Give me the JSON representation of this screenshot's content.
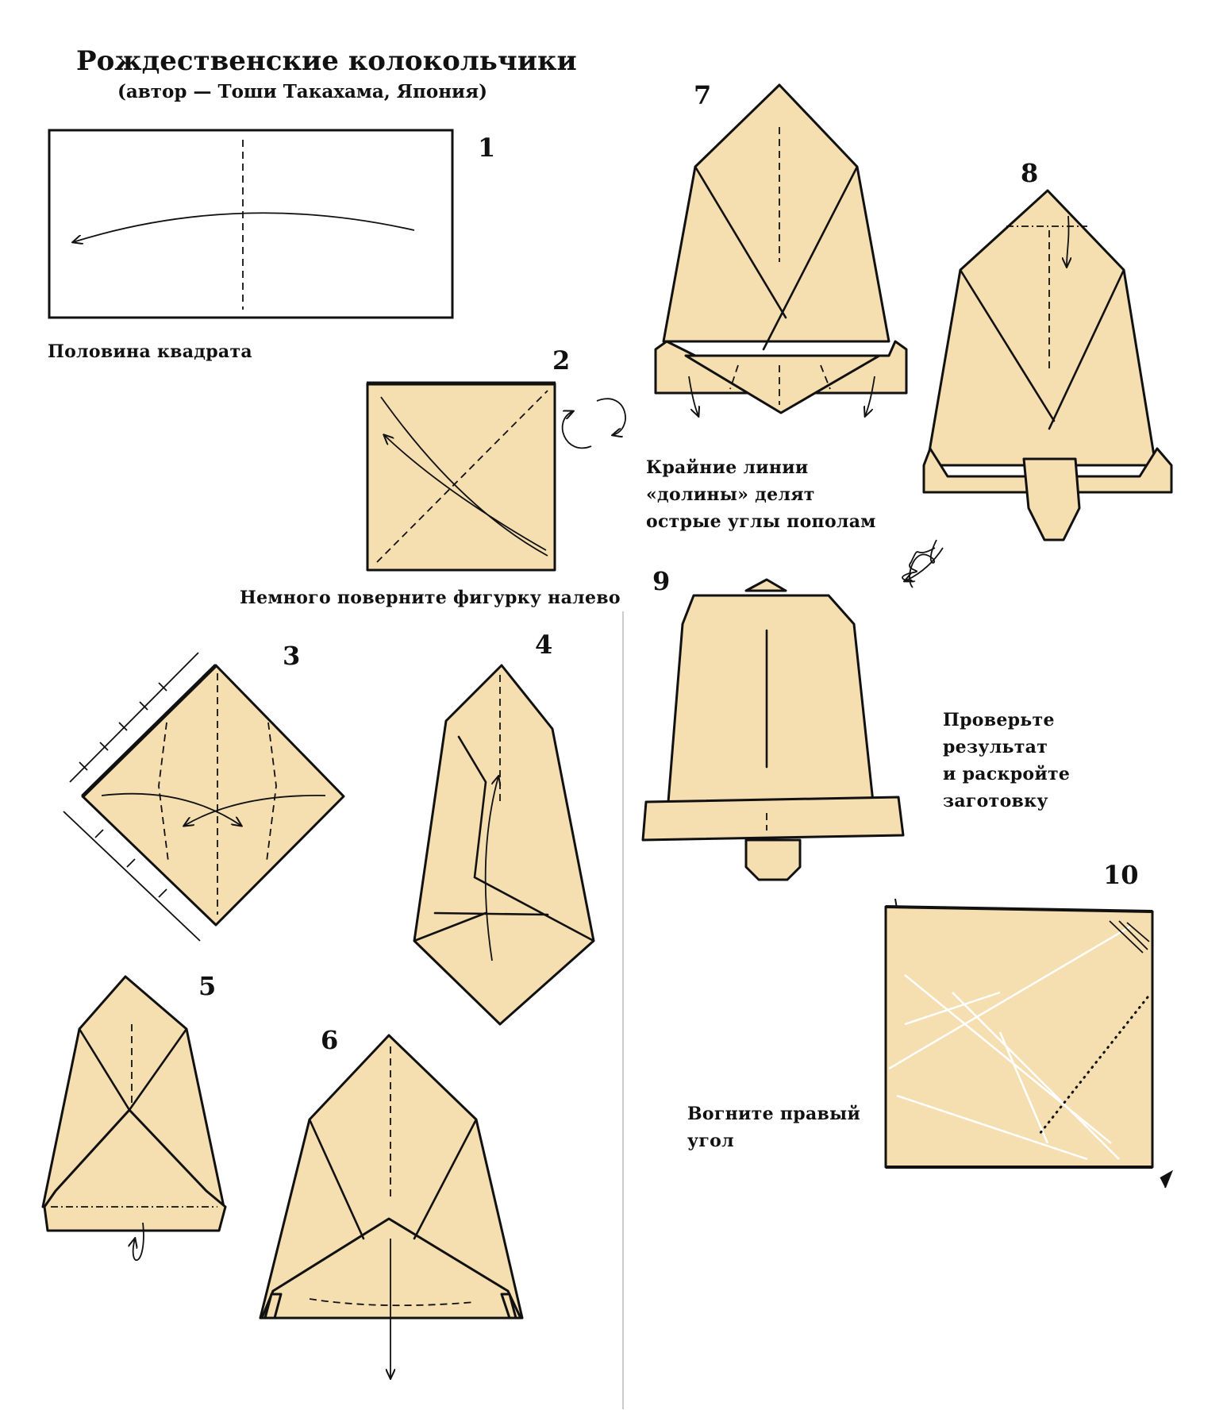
{
  "header": {
    "title": "Рождественские колокольчики",
    "subtitle": "(автор — Тоши Такахама, Япония)"
  },
  "steps": {
    "s1": {
      "number": "1",
      "caption": "Половина квадрата"
    },
    "s2": {
      "number": "2",
      "caption": "Немного поверните фигурку налево"
    },
    "s3": {
      "number": "3"
    },
    "s4": {
      "number": "4"
    },
    "s5": {
      "number": "5"
    },
    "s6": {
      "number": "6"
    },
    "s7": {
      "number": "7",
      "caption_lines": [
        "Крайние линии",
        "«долины» делят",
        "острые углы пополам"
      ]
    },
    "s8": {
      "number": "8"
    },
    "s9": {
      "number": "9",
      "caption_lines": [
        "Проверьте",
        "результат",
        "и раскройте",
        "заготовку"
      ]
    },
    "s10": {
      "number": "10",
      "caption_lines": [
        "Вогните правый",
        "угол"
      ]
    }
  },
  "colors": {
    "paper": "#f5deb0",
    "outline": "#111111",
    "background": "#ffffff"
  }
}
